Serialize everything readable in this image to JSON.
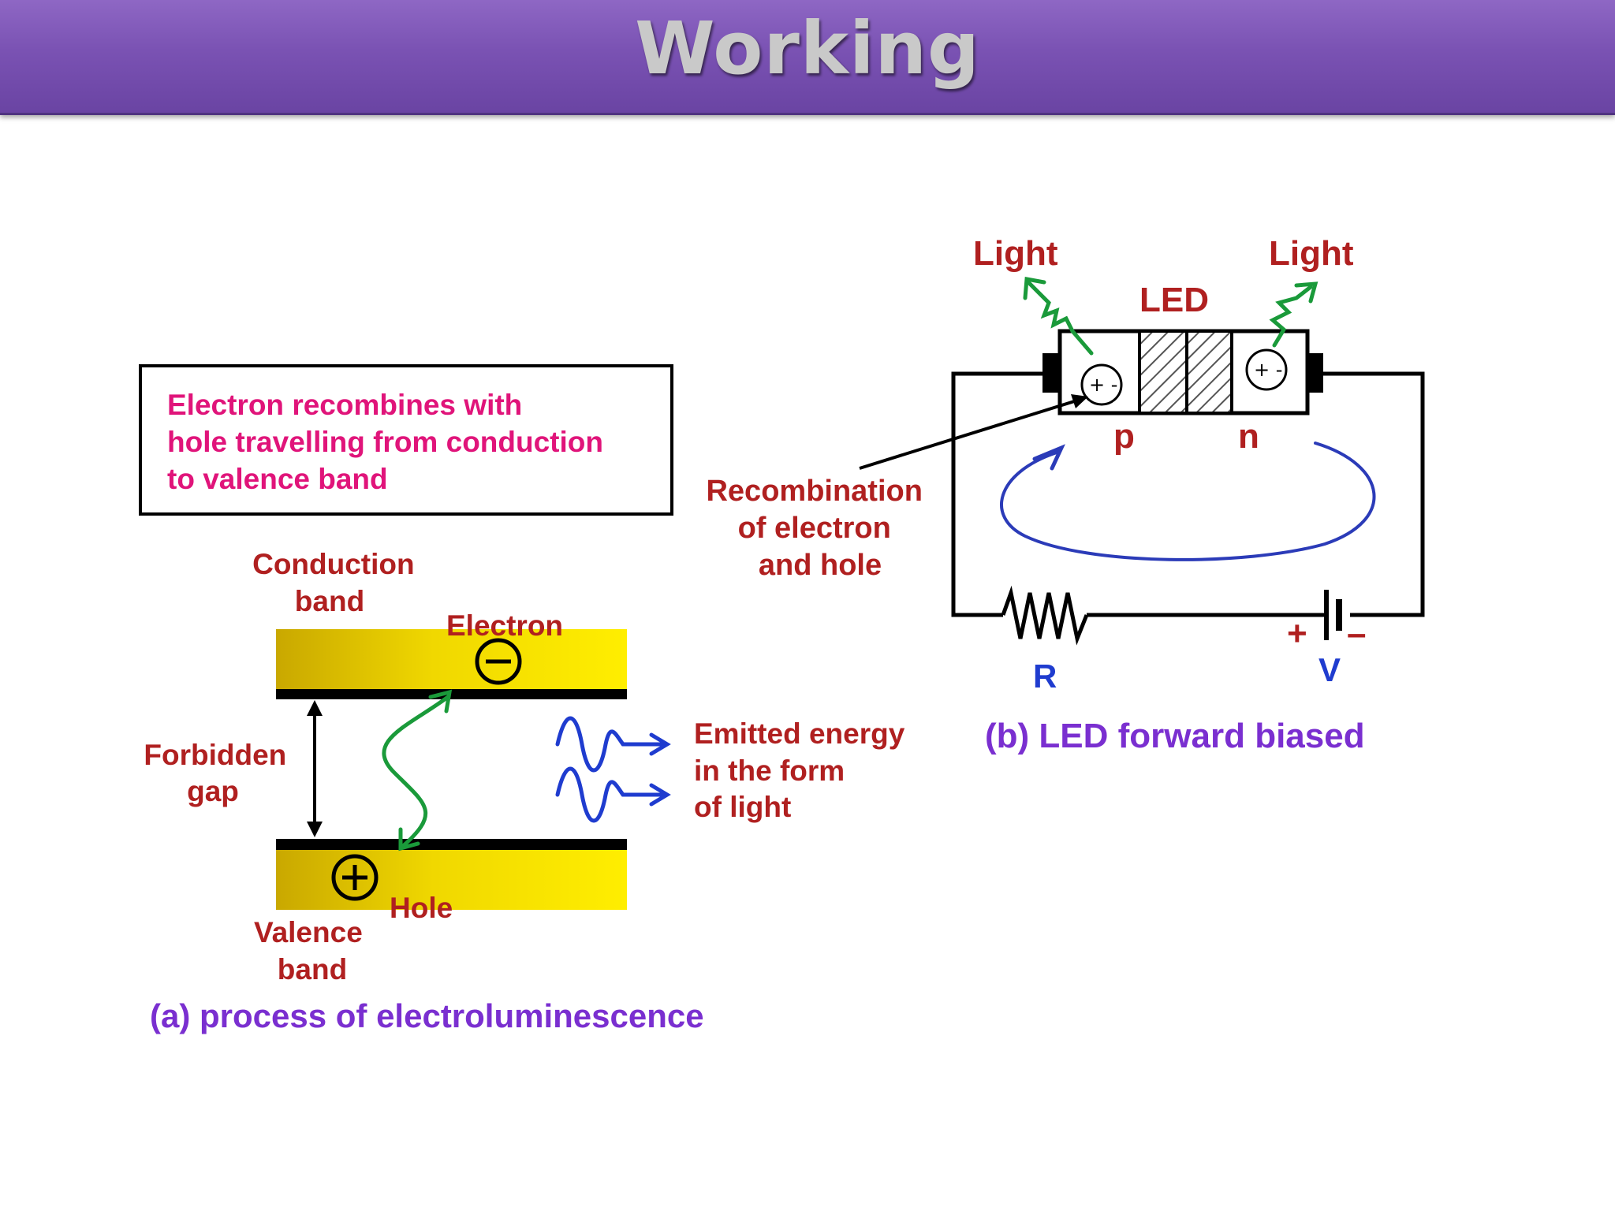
{
  "slide": {
    "title": "Working"
  },
  "panel_a": {
    "note_lines": [
      "Electron recombines with",
      "hole travelling from conduction",
      "to valence band"
    ],
    "conduction_lines": [
      "Conduction",
      "band"
    ],
    "valence_lines": [
      "Valence",
      "band"
    ],
    "forbidden_lines": [
      "Forbidden",
      "gap"
    ],
    "electron_label": "Electron",
    "hole_label": "Hole",
    "emitted_lines": [
      "Emitted energy",
      "in the form",
      "of light"
    ],
    "caption": "(a) process of electroluminescence"
  },
  "panel_b": {
    "light_left": "Light",
    "light_right": "Light",
    "led_label": "LED",
    "p_label": "p",
    "n_label": "n",
    "recombination_lines": [
      "Recombination",
      "of electron",
      "and  hole"
    ],
    "resistor_label": "R",
    "voltage_label": "V",
    "plus_sign": "+",
    "minus_sign": "–",
    "caption": "(b) LED forward biased"
  },
  "colors": {
    "title_bar": "#7a52b3",
    "label_red": "#b02020",
    "note_pink": "#e0147a",
    "caption_purple": "#7a2fd0",
    "wave_blue": "#1f3ccf",
    "arrow_green": "#1a9a3a",
    "band_yellow": "#f4e000"
  }
}
